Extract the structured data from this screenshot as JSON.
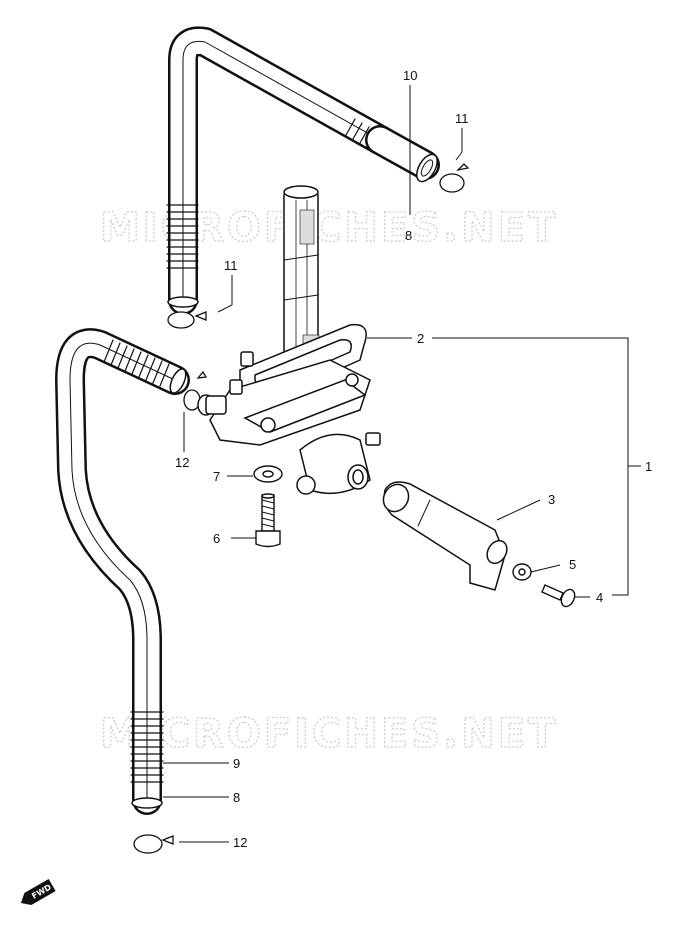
{
  "diagram": {
    "watermark_text": "MICROFICHES.NET",
    "fwd_label": "FWD",
    "callouts": {
      "c10": "10",
      "c11a": "11",
      "c8a": "8",
      "c11b": "11",
      "c2": "2",
      "c1": "1",
      "c12a": "12",
      "c7": "7",
      "c3": "3",
      "c6": "6",
      "c5": "5",
      "c4": "4",
      "c9": "9",
      "c8b": "8",
      "c12b": "12"
    }
  }
}
